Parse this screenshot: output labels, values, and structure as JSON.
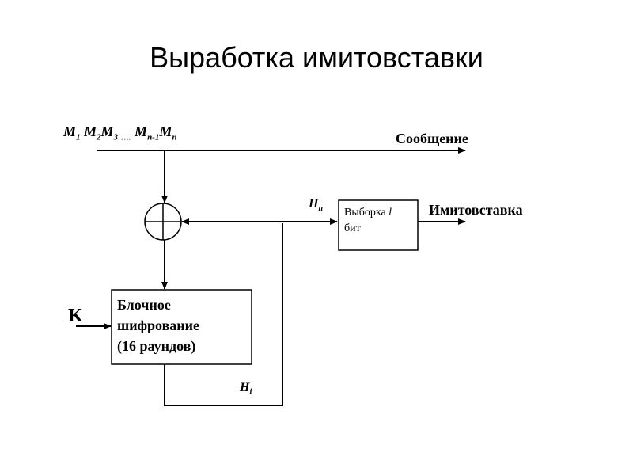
{
  "title": "Выработка имитовставки",
  "message_blocks": {
    "m1": "M",
    "m1_sub": "1",
    "m2": "M",
    "m2_sub": "2",
    "m3": "M",
    "m3_sub": "3…..",
    "mn1": "M",
    "mn1_sub": "n-1",
    "mn": "M",
    "mn_sub": "n"
  },
  "message_label": "Сообщение",
  "hn": {
    "base": "H",
    "sub": "n"
  },
  "selection_box": {
    "line1": "Выборка ",
    "l": "l",
    "line2": "бит"
  },
  "mac_label": "Имитовставка",
  "key_label": "K",
  "cipher_box": {
    "line1": "Блочное",
    "line2": "шифрование",
    "line3": "(16 раундов)"
  },
  "hi": {
    "base": "H",
    "sub": "i"
  }
}
